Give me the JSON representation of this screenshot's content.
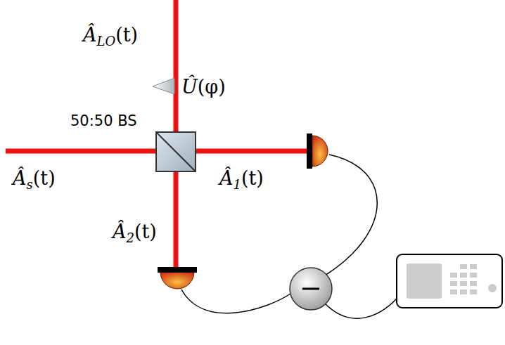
{
  "diagram": {
    "labels": [
      "ÂLO(t)",
      "Û(φ)",
      "50:50 BS",
      "Âs(t)",
      "Â1(t)",
      "Â2(t)"
    ]
  }
}
